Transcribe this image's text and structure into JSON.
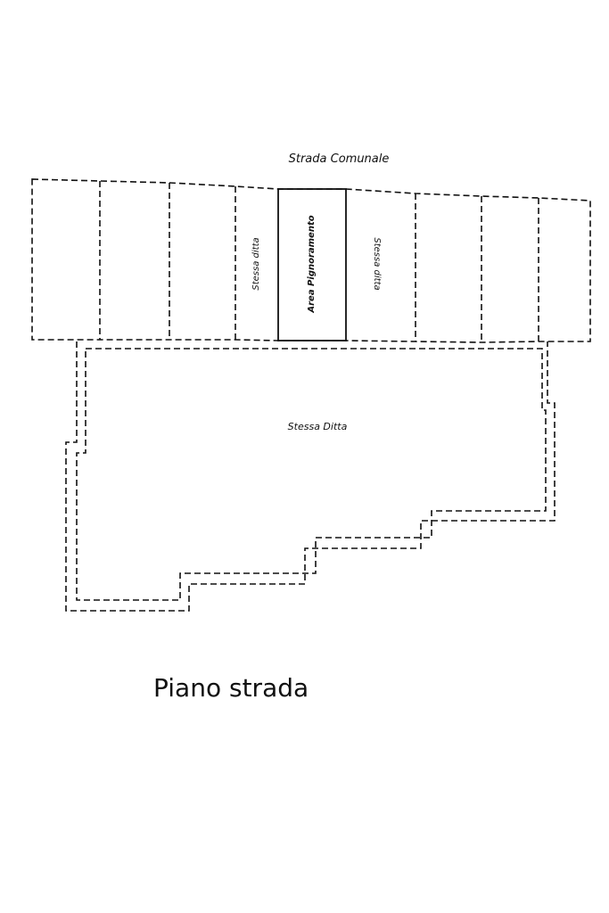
{
  "labels": {
    "road": "Strada Comunale",
    "lot_left": "Stessa ditta",
    "lot_subject": "Area Pignoramento",
    "lot_right": "Stessa ditta",
    "lower_area": "Stessa Ditta"
  },
  "caption": "Piano strada",
  "colors": {
    "ink": "#111111",
    "paper": "#ffffff"
  }
}
